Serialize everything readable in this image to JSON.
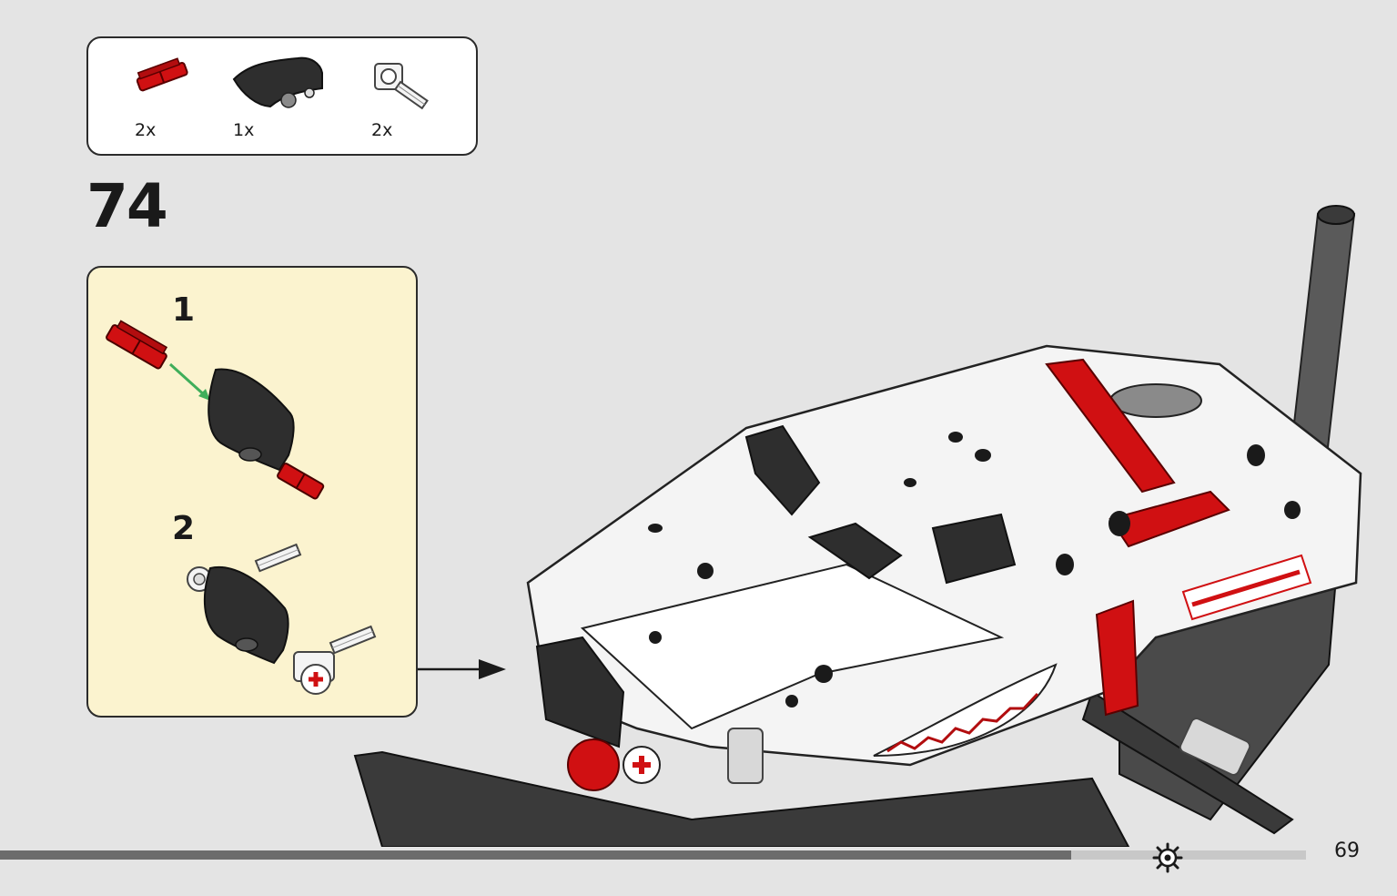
{
  "parts_list": {
    "items": [
      {
        "qty": "2x",
        "icon": "red-axle-connector-icon"
      },
      {
        "qty": "1x",
        "icon": "black-curved-panel-icon"
      },
      {
        "qty": "2x",
        "icon": "white-axle-pin-connector-icon"
      }
    ]
  },
  "step": {
    "number": "74"
  },
  "sub_steps": {
    "first": "1",
    "second": "2"
  },
  "footer": {
    "page_number": "69",
    "progress": 0.82,
    "icon": "gear-icon"
  },
  "colors": {
    "background": "#e4e4e4",
    "callout_background": "#fbf3cf",
    "brick_red": "#d01012",
    "brick_black": "#2e2e2e",
    "brick_white": "#f4f4f4",
    "arrow_green": "#3fae5a"
  }
}
